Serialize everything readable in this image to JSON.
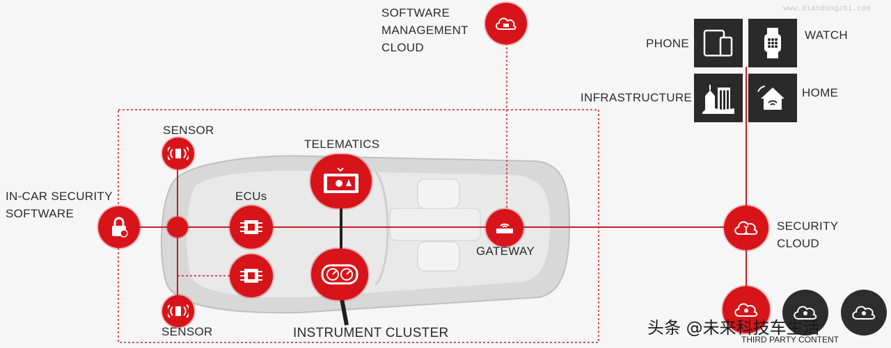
{
  "labels": {
    "software_cloud": "SOFTWARE\nMANAGEMENT\nCLOUD",
    "phone": "PHONE",
    "watch": "WATCH",
    "infrastructure": "INFRASTRUCTURE",
    "home": "HOME",
    "sensor_top": "SENSOR",
    "telematics": "TELEMATICS",
    "in_car_security": "IN-CAR SECURITY\nSOFTWARE",
    "ecus": "ECUs",
    "gateway": "GATEWAY",
    "security_cloud": "SECURITY\nCLOUD",
    "sensor_bottom": "SENSOR",
    "instrument_cluster": "INSTRUMENT CLUSTER",
    "third_party": "THIRD PARTY CONTENT",
    "watermark": "头条 @未来科技车生活",
    "site": "www.diandongzhi.com"
  },
  "colors": {
    "accent": "#d7141a",
    "tile": "#2a2a2a",
    "line": "#c81b22",
    "background": "#f6f6f6"
  },
  "icons": {
    "software_cloud": "cloud-download-icon",
    "phone": "phone-tablet-icon",
    "watch": "smartwatch-icon",
    "infrastructure": "city-buildings-icon",
    "home": "smart-home-icon",
    "sensor": "sensor-wave-icon",
    "telematics": "telematics-screen-icon",
    "in_car_security": "lock-icon",
    "ecu": "chip-icon",
    "gateway": "router-icon",
    "security_cloud": "cloud-dna-icon",
    "instrument_cluster": "gauges-icon",
    "third_party": "cloud-user-icon"
  }
}
